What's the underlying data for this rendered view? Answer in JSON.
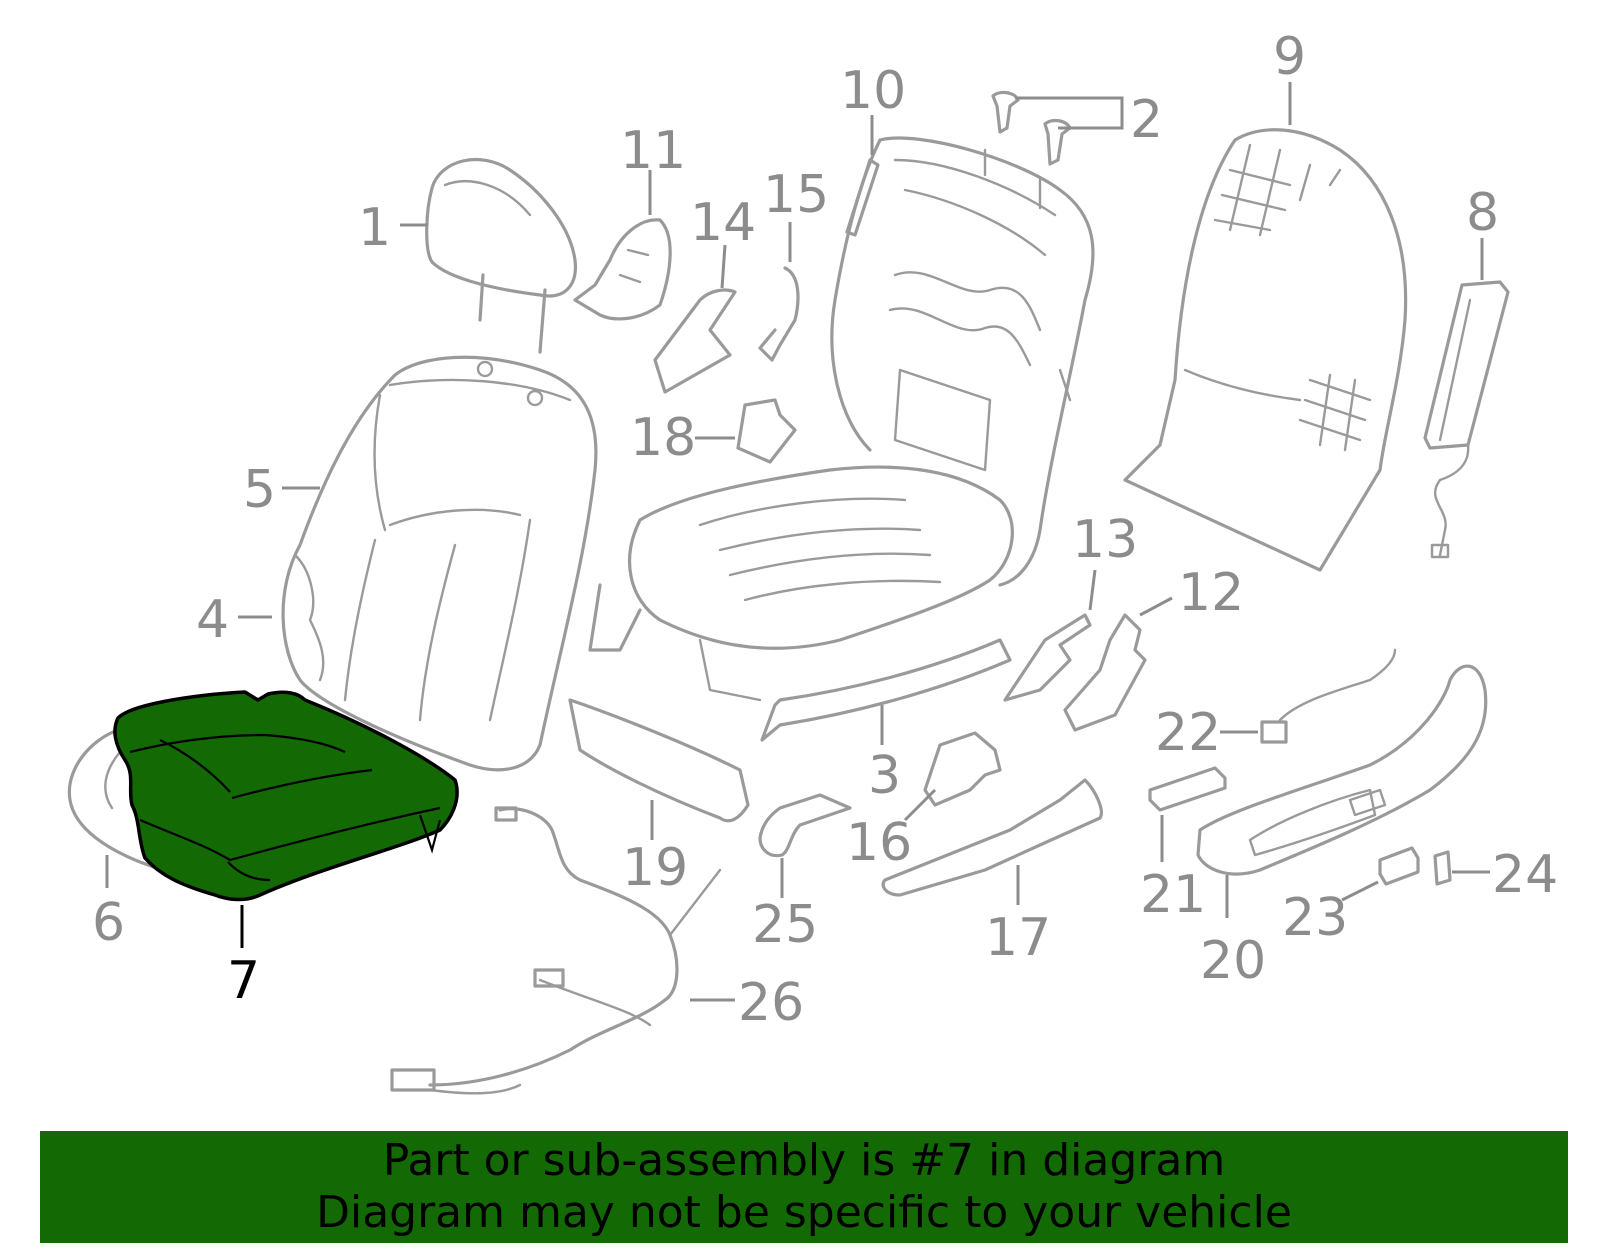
{
  "colors": {
    "highlight": "#136a05",
    "banner_bg": "#136a05",
    "part_stroke": "#9a9a9a",
    "label_gray": "#8c8c8c",
    "label_highlight": "#000000"
  },
  "diagram": {
    "highlighted_part": "7",
    "callouts": [
      "1",
      "2",
      "3",
      "4",
      "5",
      "6",
      "7",
      "8",
      "9",
      "10",
      "11",
      "12",
      "13",
      "14",
      "15",
      "16",
      "17",
      "18",
      "19",
      "20",
      "21",
      "22",
      "23",
      "24",
      "25",
      "26"
    ]
  },
  "banner": {
    "line1": "Part or sub-assembly is #7 in diagram",
    "line2": "Diagram may not be specific to your vehicle"
  }
}
